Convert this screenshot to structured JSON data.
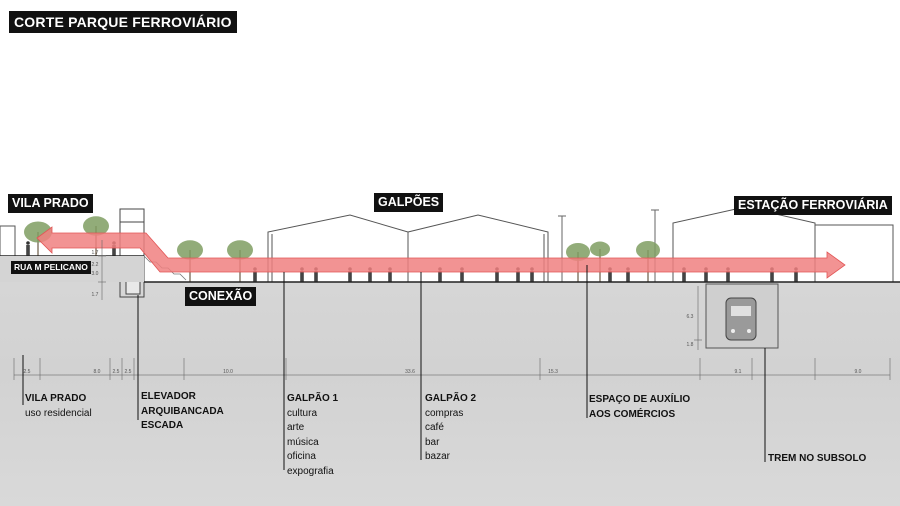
{
  "title": "CORTE PARQUE FERROVIÁRIO",
  "area_labels": {
    "vila_prado": "VILA PRADO",
    "galpoes": "GALPÕES",
    "estacao": "ESTAÇÃO FERROVIÁRIA",
    "conexao": "CONEXÃO",
    "rua": "RUA M PELICANO"
  },
  "dimensions": [
    "2.5",
    "8.0",
    "2.5",
    "2.5",
    "10.0",
    "33.6",
    "15.3",
    "9.1",
    "9.0"
  ],
  "level_marks": [
    "1.7",
    "2.2",
    "3.0",
    "1.7",
    "6.3",
    "1.8"
  ],
  "descriptions": [
    {
      "heading": "VILA PRADO",
      "items": [
        "uso residencial"
      ]
    },
    {
      "heading": "ELEVADOR",
      "items": []
    },
    {
      "heading": "ARQUIBANCADA",
      "items": []
    },
    {
      "heading": "ESCADA",
      "items": []
    },
    {
      "heading": "GALPÃO 1",
      "items": [
        "cultura",
        "arte",
        "música",
        "oficina",
        "expografia"
      ]
    },
    {
      "heading": "GALPÃO 2",
      "items": [
        "compras",
        "café",
        "bar",
        "bazar"
      ]
    },
    {
      "heading": "ESPAÇO DE AUXÍLIO",
      "items": []
    },
    {
      "heading": "AOS COMÉRCIOS",
      "items": []
    },
    {
      "heading": "TREM NO SUBSOLO",
      "items": []
    }
  ],
  "colors": {
    "arrow": "#f08080",
    "arrow_stroke": "#e25555",
    "label_bg": "#111111",
    "ground": "#d4d4d4"
  }
}
